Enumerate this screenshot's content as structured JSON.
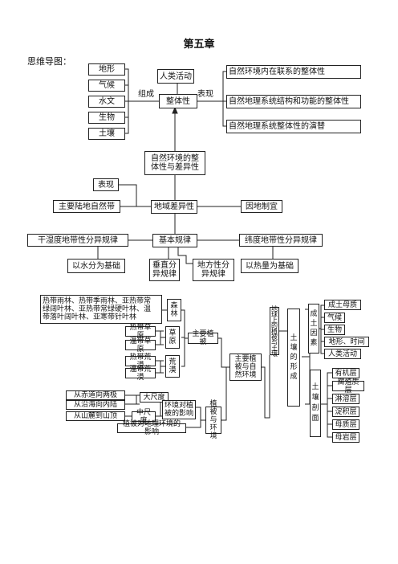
{
  "page": {
    "title": "第五章",
    "subtitle": "思维导图："
  },
  "map1": {
    "components": [
      "地形",
      "气候",
      "水文",
      "生物",
      "土壤"
    ],
    "compose_label": "组成",
    "human": "人类活动",
    "core": "整体性",
    "express_label": "表现",
    "expressions": [
      "自然环境内在联系的整体性",
      "自然地理系统结构和功能的整体性",
      "自然地理系统整体性的演替"
    ],
    "root": "自然环境的整\n体性与差异性",
    "expression2": "表现",
    "zone": "主要陆地自然带",
    "diff": "地域差异性",
    "adapt": "因地制宜",
    "basic": "基本规律",
    "dry_wet": "干湿度地带性分异规律",
    "latitude": "纬度地带性分异规律",
    "vertical": "垂直分\n异规律",
    "local": "地方性分\n异规律",
    "water_base": "以水分为基础",
    "heat_base": "以热量为基础"
  },
  "map2": {
    "forest_types": "热带雨林、热带季雨林、亚热带常\n绿阔叶林、亚热带常绿硬叶林、温\n带落叶阔叶林、亚寒带针叶林",
    "forest": "森\n林",
    "grass_types": [
      "热带草原",
      "温带草原"
    ],
    "grass": "草\n原",
    "desert_types": [
      "热带荒漠",
      "温带荒漠"
    ],
    "desert": "荒\n漠",
    "main_veg": "主要植被",
    "veg_env": "主要植\n被与自\n然环境",
    "macro_items": [
      "从赤道向两极",
      "从沿海向内陆"
    ],
    "macro": "大尺度",
    "meso_item": "从山麓到山顶",
    "meso": "中尺度",
    "env_effect": "环境对植\n被的影响",
    "veg_effect": "植被对地理环境的影响",
    "veg_and_env": "植被\n与\n环境",
    "central": "地\n球\n上\n的\n植\n被\n与\n土\n壤",
    "soil_form": "土\n壤\n的\n形\n成",
    "factors": "成\n土\n因\n素",
    "factor_items": [
      "成土母质",
      "气候",
      "生物",
      "地形、时间",
      "人类活动"
    ],
    "profile": "土\n壤\n剖\n面",
    "layers": [
      "有机层",
      "腐殖质层",
      "淋溶层",
      "淀积层",
      "母质层",
      "母岩层"
    ]
  }
}
